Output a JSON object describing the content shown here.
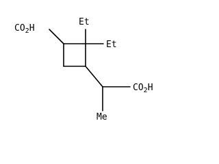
{
  "molecule": {
    "labels": {
      "cooh_left": "CO",
      "cooh_left_sub": "2",
      "cooh_left_tail": "H",
      "et_top": "Et",
      "et_right": "Et",
      "cooh_right": "CO",
      "cooh_right_sub": "2",
      "cooh_right_tail": "H",
      "me": "Me"
    }
  }
}
